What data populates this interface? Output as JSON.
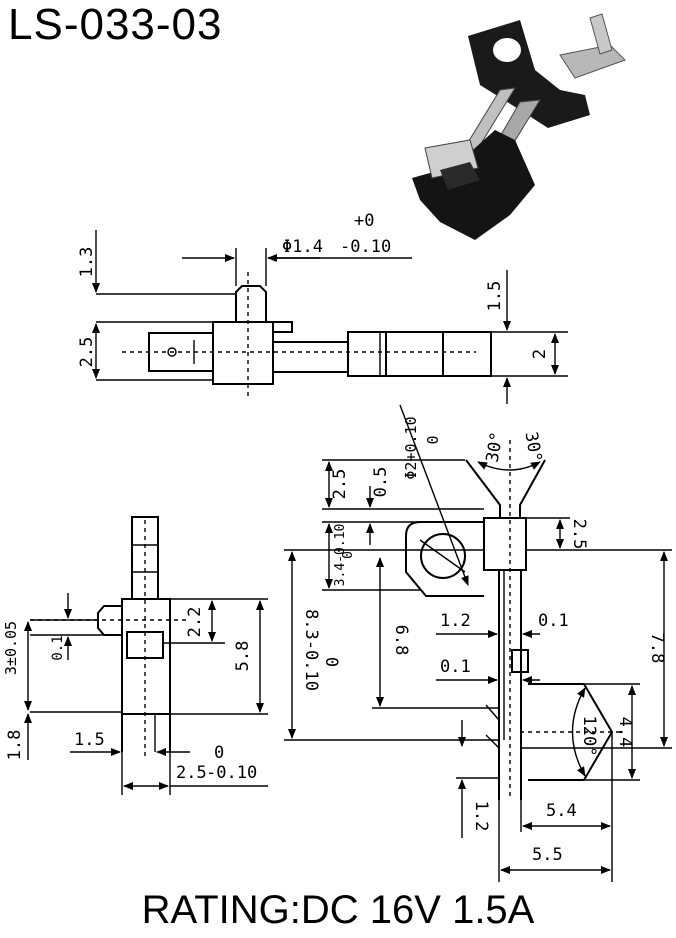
{
  "title": "LS-033-03",
  "rating": "RATING:DC 16V 1.5A",
  "photo": {
    "icon": "switch-photo",
    "body_color": "#1a1a1a",
    "metal_color": "#b8b8b8"
  },
  "top_view": {
    "dim_1_3": "1.3",
    "dim_2_5": "2.5",
    "dim_1_5": "1.5",
    "dim_2": "2",
    "dia_prefix": "Φ1.4",
    "dia_tol_upper": "+0",
    "dia_tol_lower": "-0.10"
  },
  "side_view": {
    "dim_3": "3±0.05",
    "dim_0_1": "0.1",
    "dim_1_8": "1.8",
    "dim_1_5": "1.5",
    "dim_2_2": "2.2",
    "dim_5_8": "5.8",
    "dim_2_5_base": "2.5",
    "dim_2_5_upper": "0",
    "dim_2_5_lower": "-0.10"
  },
  "front_view": {
    "hole_dia": "Φ2+0.10",
    "hole_dia_upper": "0",
    "angle_left": "30°",
    "angle_right": "30°",
    "dim_2_5_left": "2.5",
    "dim_0_5": "0.5",
    "dim_3_4": "3.4-0.10",
    "dim_3_4_upper": "0",
    "dim_8_3": "8.3-0.10",
    "dim_8_3_upper": "0",
    "dim_6_8": "6.8",
    "dim_1_2_mid": "1.2",
    "dim_0_1_right": "0.1",
    "dim_0_1_left": "0.1",
    "dim_2_5_right": "2.5",
    "dim_7_8": "7.8",
    "angle_120": "120°",
    "dim_4_4": "4.4",
    "dim_1_2_bottom": "1.2",
    "dim_5_4": "5.4",
    "dim_5_5": "5.5"
  }
}
